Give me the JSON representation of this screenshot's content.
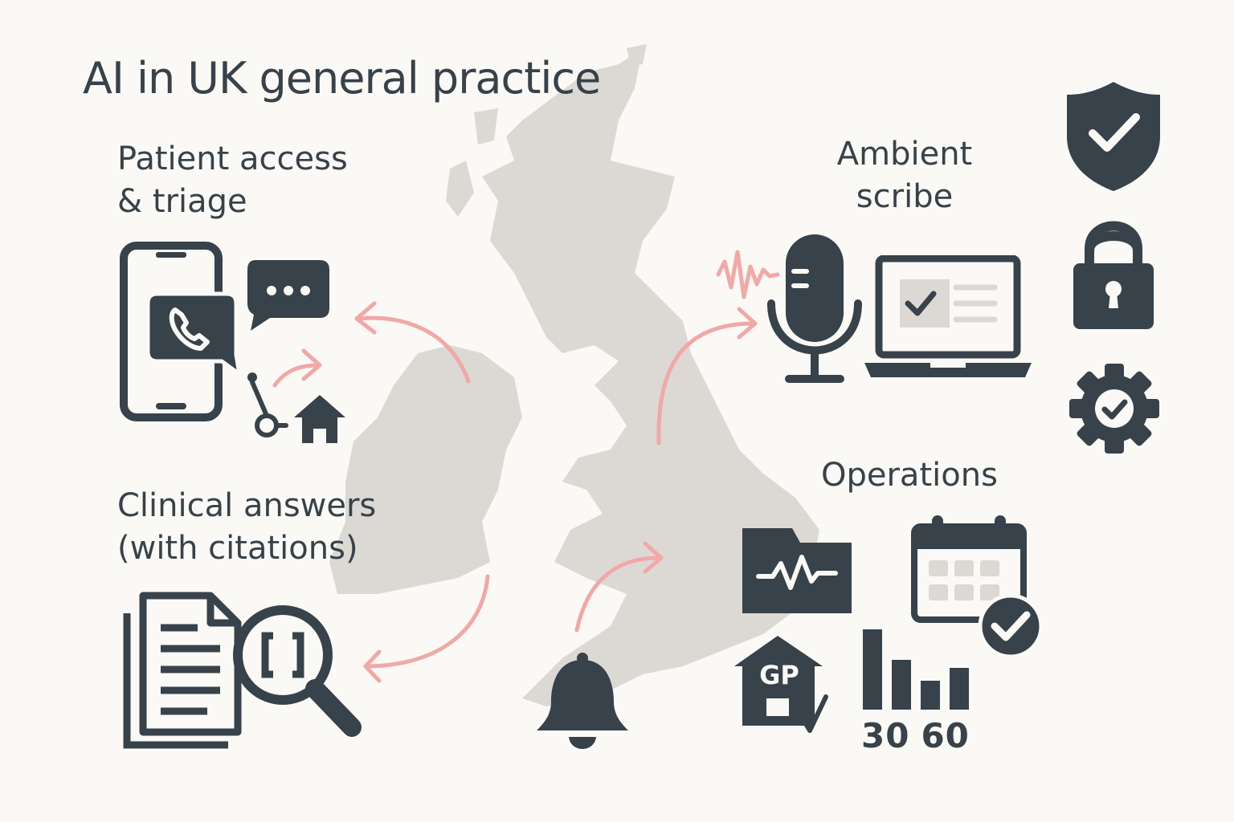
{
  "title": "AI in UK general practice",
  "sections": {
    "patient_access": {
      "label": "Patient access\n& triage"
    },
    "clinical_answers": {
      "label": "Clinical answers\n(with citations)"
    },
    "ambient_scribe": {
      "label": "Ambient\nscribe"
    },
    "operations": {
      "label": "Operations",
      "gp_badge": "GP",
      "chart_values": [
        "30",
        "60"
      ]
    }
  },
  "colors": {
    "background": "#fbf9f5",
    "map": "#dcd9d4",
    "icon": "#37424a",
    "arrow": "#f1a8a7"
  },
  "icons": [
    "smartphone-icon",
    "phone-chat-icon",
    "chat-bubble-icon",
    "route-icon",
    "home-icon",
    "documents-icon",
    "magnifier-icon",
    "microphone-icon",
    "soundwave-icon",
    "laptop-icon",
    "shield-check-icon",
    "padlock-icon",
    "gear-check-icon",
    "medical-folder-icon",
    "calendar-check-icon",
    "gp-building-icon",
    "bar-chart-icon",
    "bell-icon"
  ]
}
